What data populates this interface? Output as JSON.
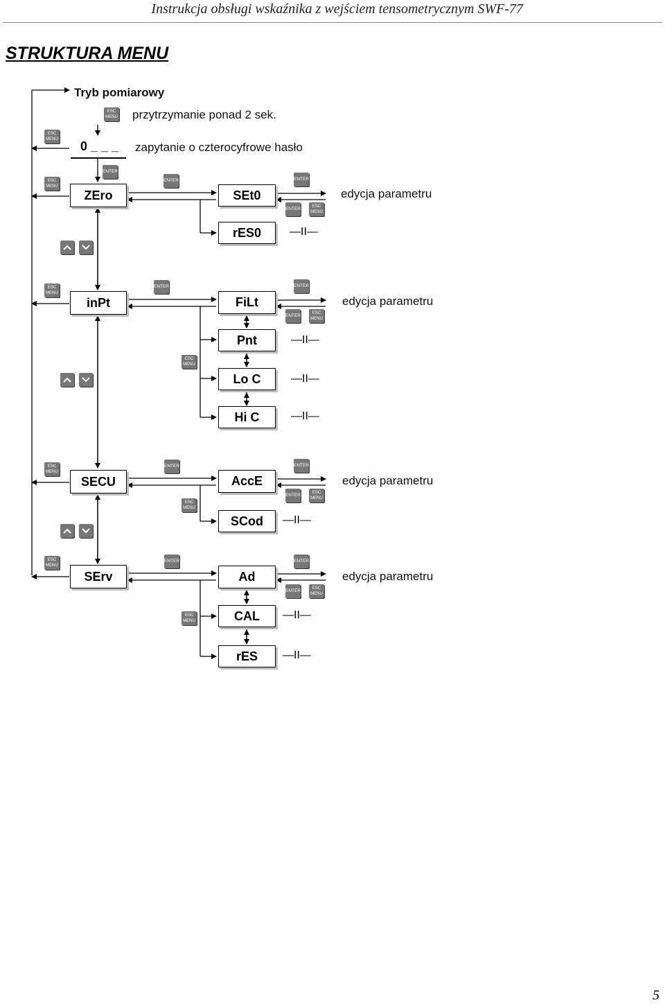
{
  "header": {
    "title": "Instrukcja obsługi wskaźnika z wejściem tensometrycznym SWF-77"
  },
  "page_title": "STRUKTURA MENU",
  "keys": {
    "esc": "ESC",
    "menu": "MENU",
    "enter": "ENTER"
  },
  "labels": {
    "measure_mode": "Tryb pomiarowy",
    "hold": "przytrzymanie ponad 2 sek.",
    "password_prompt": "zapytanie o czterocyfrowe hasło",
    "edit_param": "edycja parametru",
    "stop": "—II—"
  },
  "password_box": "0 _ _ _",
  "menus": {
    "zero": {
      "title": "ZEro",
      "items": [
        "SEt0",
        "rES0"
      ]
    },
    "input": {
      "title": "inPt",
      "items": [
        "FiLt",
        "Pnt",
        "Lo C",
        "Hi C"
      ]
    },
    "security": {
      "title": "SECU",
      "items": [
        "AccE",
        "SCod"
      ]
    },
    "service": {
      "title": "SErv",
      "items": [
        "Ad",
        "CAL",
        "rES"
      ]
    }
  },
  "page_number": "5"
}
